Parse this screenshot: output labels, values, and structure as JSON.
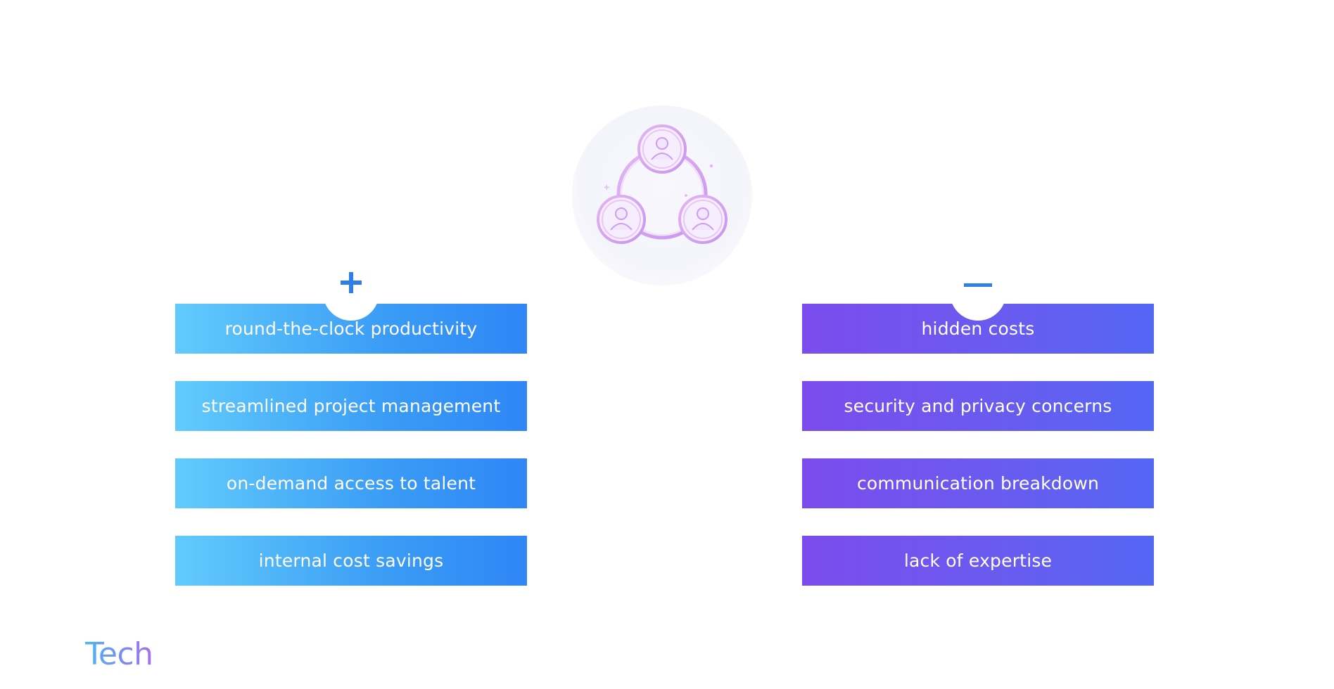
{
  "hero": {
    "icon": "team-network-icon",
    "colors": {
      "stroke": "#d9a6f0",
      "fill": "#f1e6fb"
    }
  },
  "pros": {
    "sign_icon": "plus-icon",
    "color": "#2f7fe8",
    "items": [
      {
        "label": "round-the-clock productivity"
      },
      {
        "label": "streamlined project management"
      },
      {
        "label": "on-demand access to talent"
      },
      {
        "label": "internal cost savings"
      }
    ]
  },
  "cons": {
    "sign_icon": "minus-icon",
    "color": "#2f7fe8",
    "items": [
      {
        "label": "hidden costs"
      },
      {
        "label": "security and privacy concerns"
      },
      {
        "label": "communication breakdown"
      },
      {
        "label": "lack of expertise"
      }
    ]
  },
  "brand": {
    "label": "Tech"
  }
}
